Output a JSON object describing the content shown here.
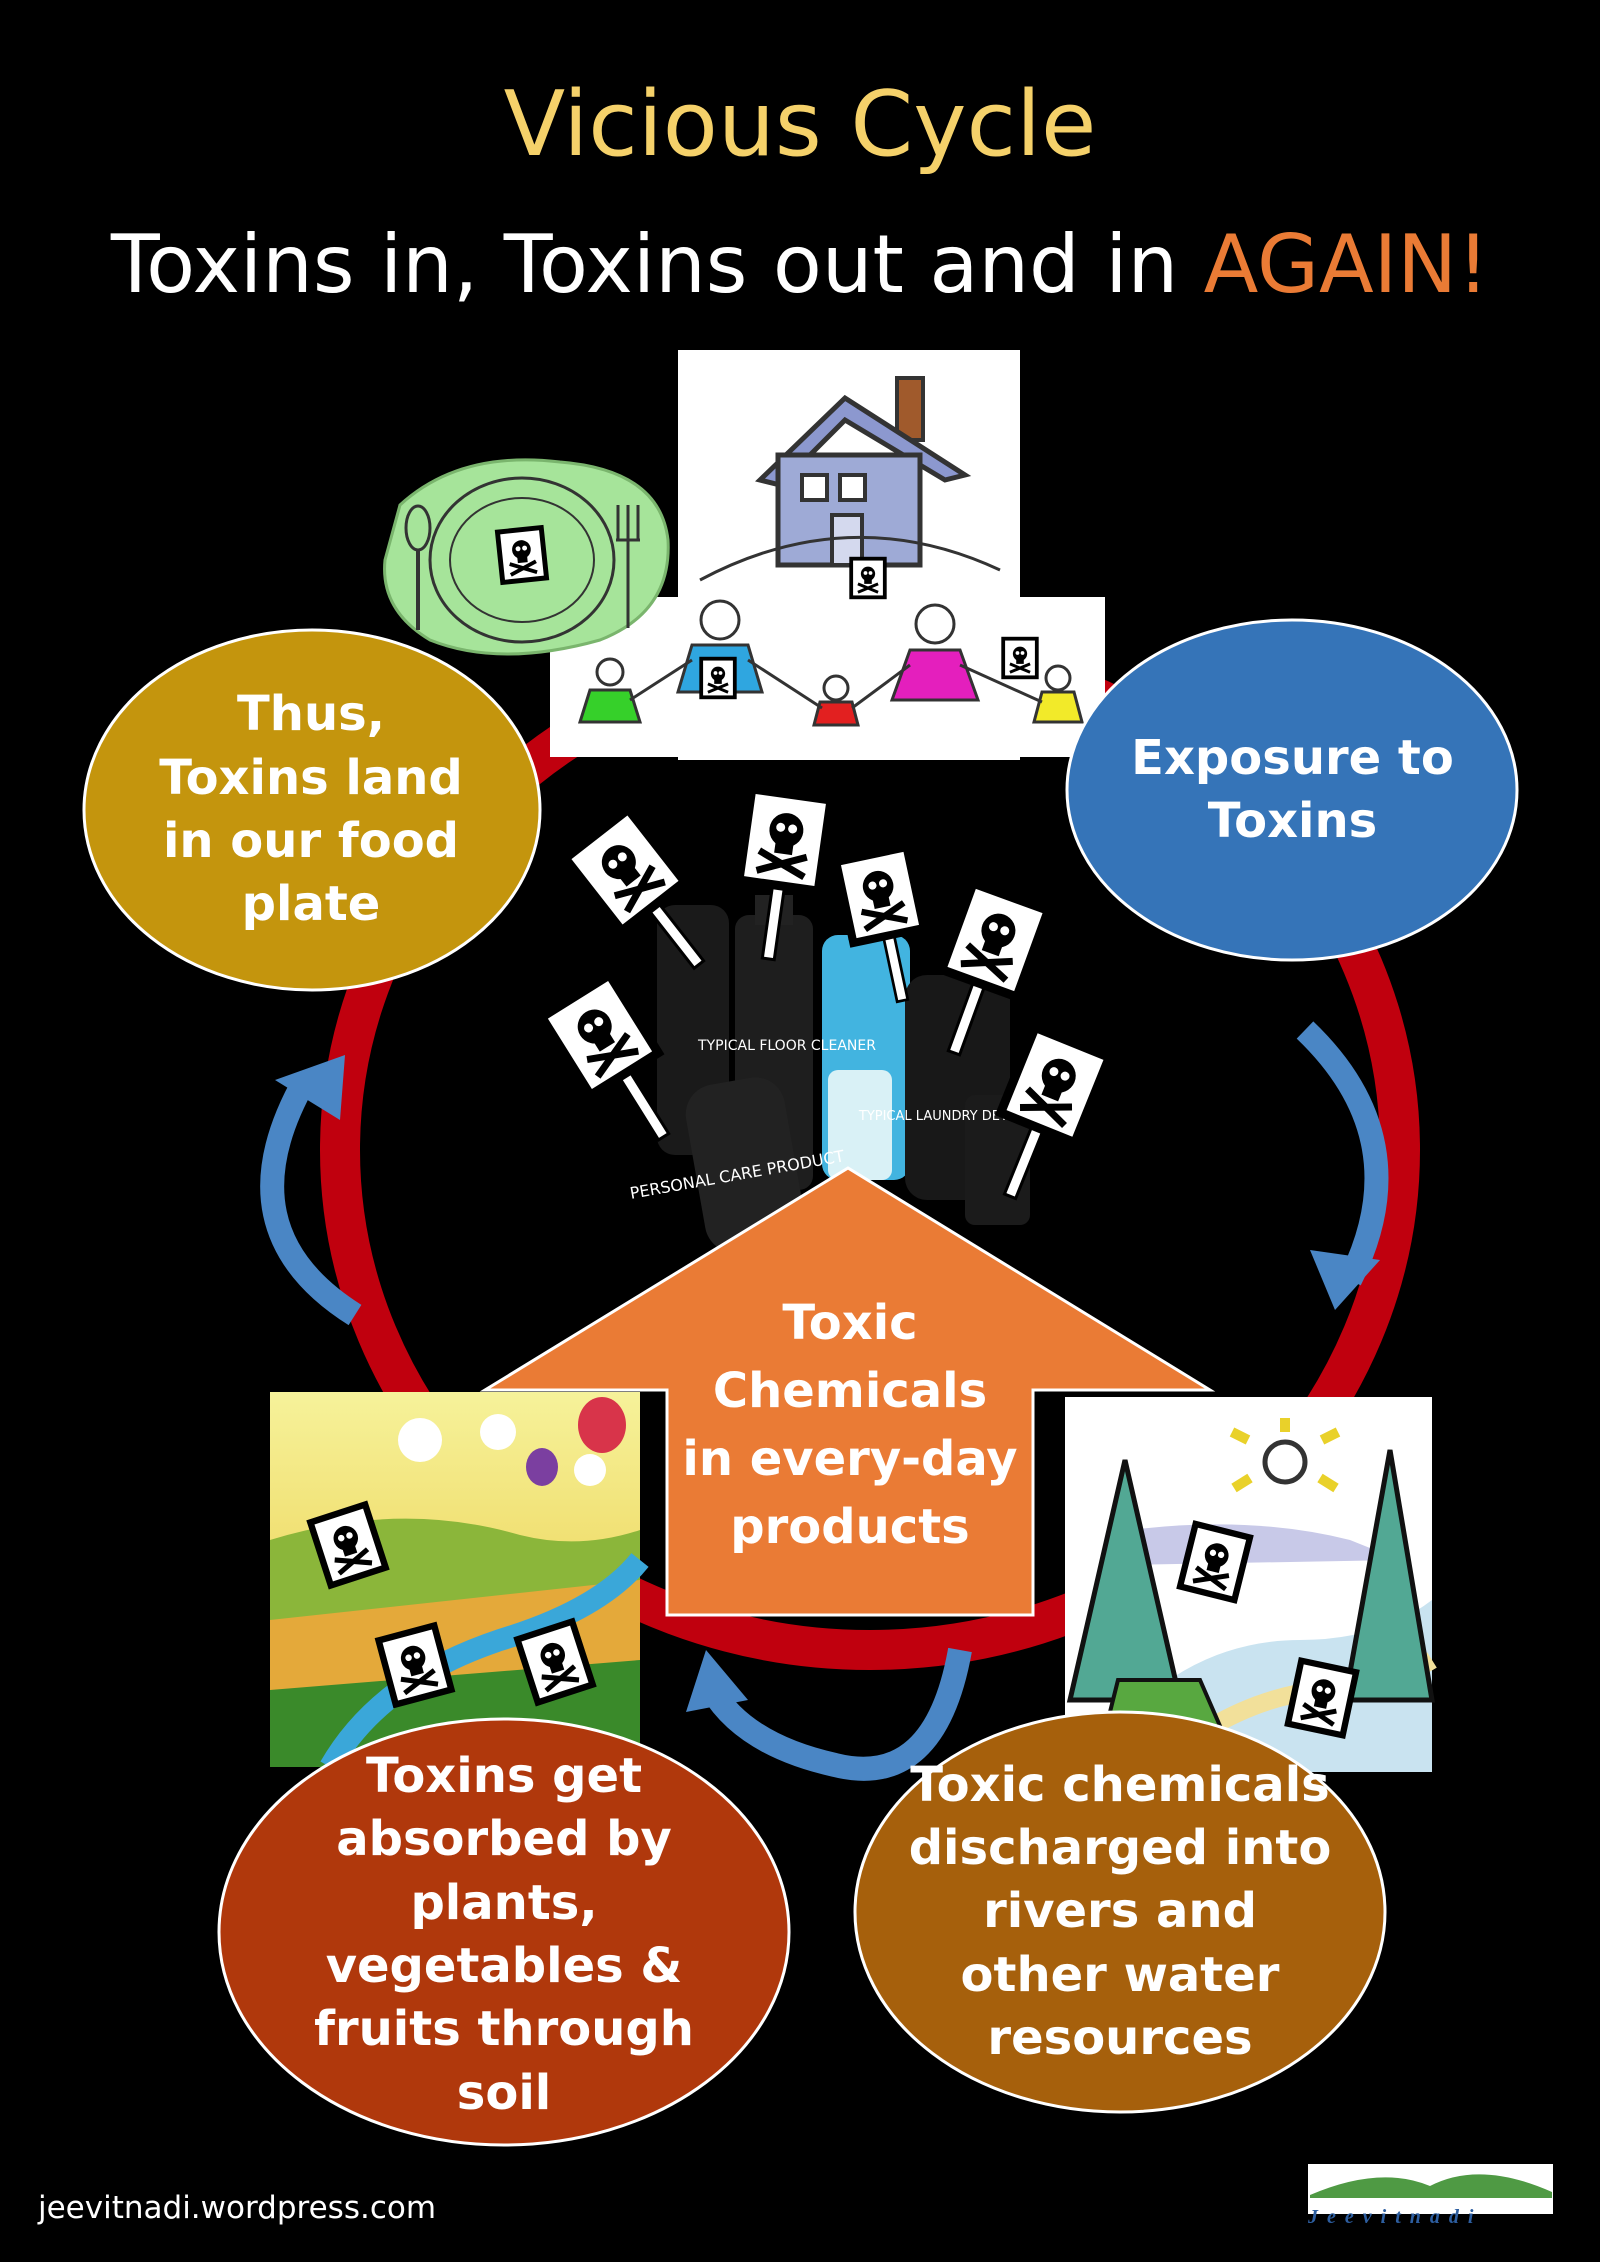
{
  "header": {
    "title": "Vicious Cycle",
    "subtitle_main": "Toxins in, Toxins out and in ",
    "subtitle_highlight": "AGAIN!"
  },
  "nodes": {
    "food_plate": "Thus, Toxins land in our food plate",
    "exposure": "Exposure to Toxins",
    "center": "Toxic Chemicals in every-day products",
    "discharge": "Toxic chemicals discharged into rivers and other water resources",
    "absorption": "Toxins get absorbed by plants, vegetables & fruits through soil"
  },
  "product_labels": [
    "TYPICAL FLOOR CLEANER",
    "PERSONAL CARE PRODUCT",
    "TYPICAL LAUNDRY DETERGENT"
  ],
  "footer": {
    "website": "jeevitnadi.wordpress.com",
    "logo": "Jeevitnadi"
  },
  "colors": {
    "background": "#000000",
    "title": "#f5d16a",
    "highlight": "#ea7b35",
    "cycle_ring": "#c0000e",
    "arrows": "#4a86c5",
    "food_plate": "#c4950d",
    "exposure": "#3574b8",
    "center": "#ea7b35",
    "discharge": "#a6600c",
    "absorption": "#b0380c"
  },
  "icons": [
    "skull-crossbones-sign-icon",
    "house-icon",
    "family-icon",
    "dinner-plate-icon",
    "cleaning-bottle-icon",
    "farmland-landscape-icon",
    "river-landscape-icon",
    "sun-icon",
    "hot-air-balloon-icon",
    "pine-tree-icon"
  ]
}
